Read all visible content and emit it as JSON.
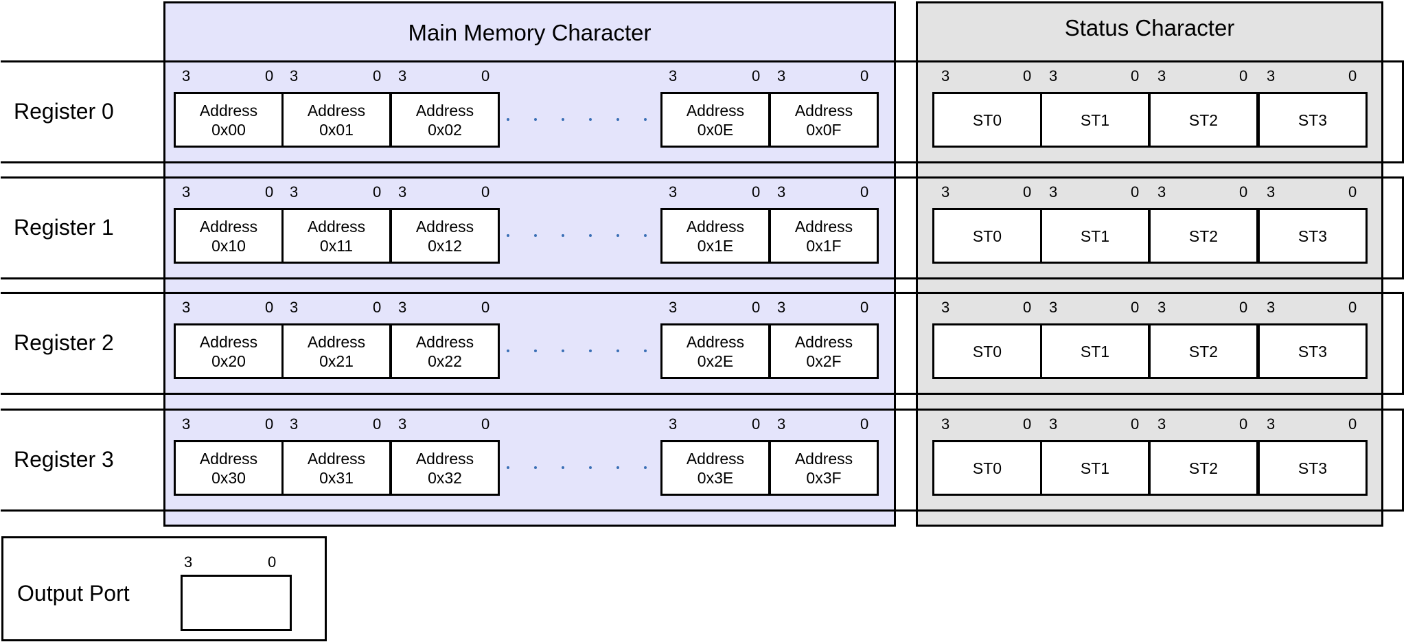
{
  "main_title": "Main Memory Character",
  "status_title": "Status Character",
  "bit_high": "3",
  "bit_low": "0",
  "address_word": "Address",
  "registers": [
    {
      "label": "Register 0",
      "addresses": [
        "0x00",
        "0x01",
        "0x02",
        "0x0E",
        "0x0F"
      ]
    },
    {
      "label": "Register 1",
      "addresses": [
        "0x10",
        "0x11",
        "0x12",
        "0x1E",
        "0x1F"
      ]
    },
    {
      "label": "Register 2",
      "addresses": [
        "0x20",
        "0x21",
        "0x22",
        "0x2E",
        "0x2F"
      ]
    },
    {
      "label": "Register 3",
      "addresses": [
        "0x30",
        "0x31",
        "0x32",
        "0x3E",
        "0x3F"
      ]
    }
  ],
  "status_cells": [
    "ST0",
    "ST1",
    "ST2",
    "ST3"
  ],
  "output_port": {
    "label": "Output Port"
  },
  "colors": {
    "main_fill": "#e4e4fb",
    "status_fill": "#e3e3e3",
    "ellipsis_dots": "#3a6fb5"
  }
}
